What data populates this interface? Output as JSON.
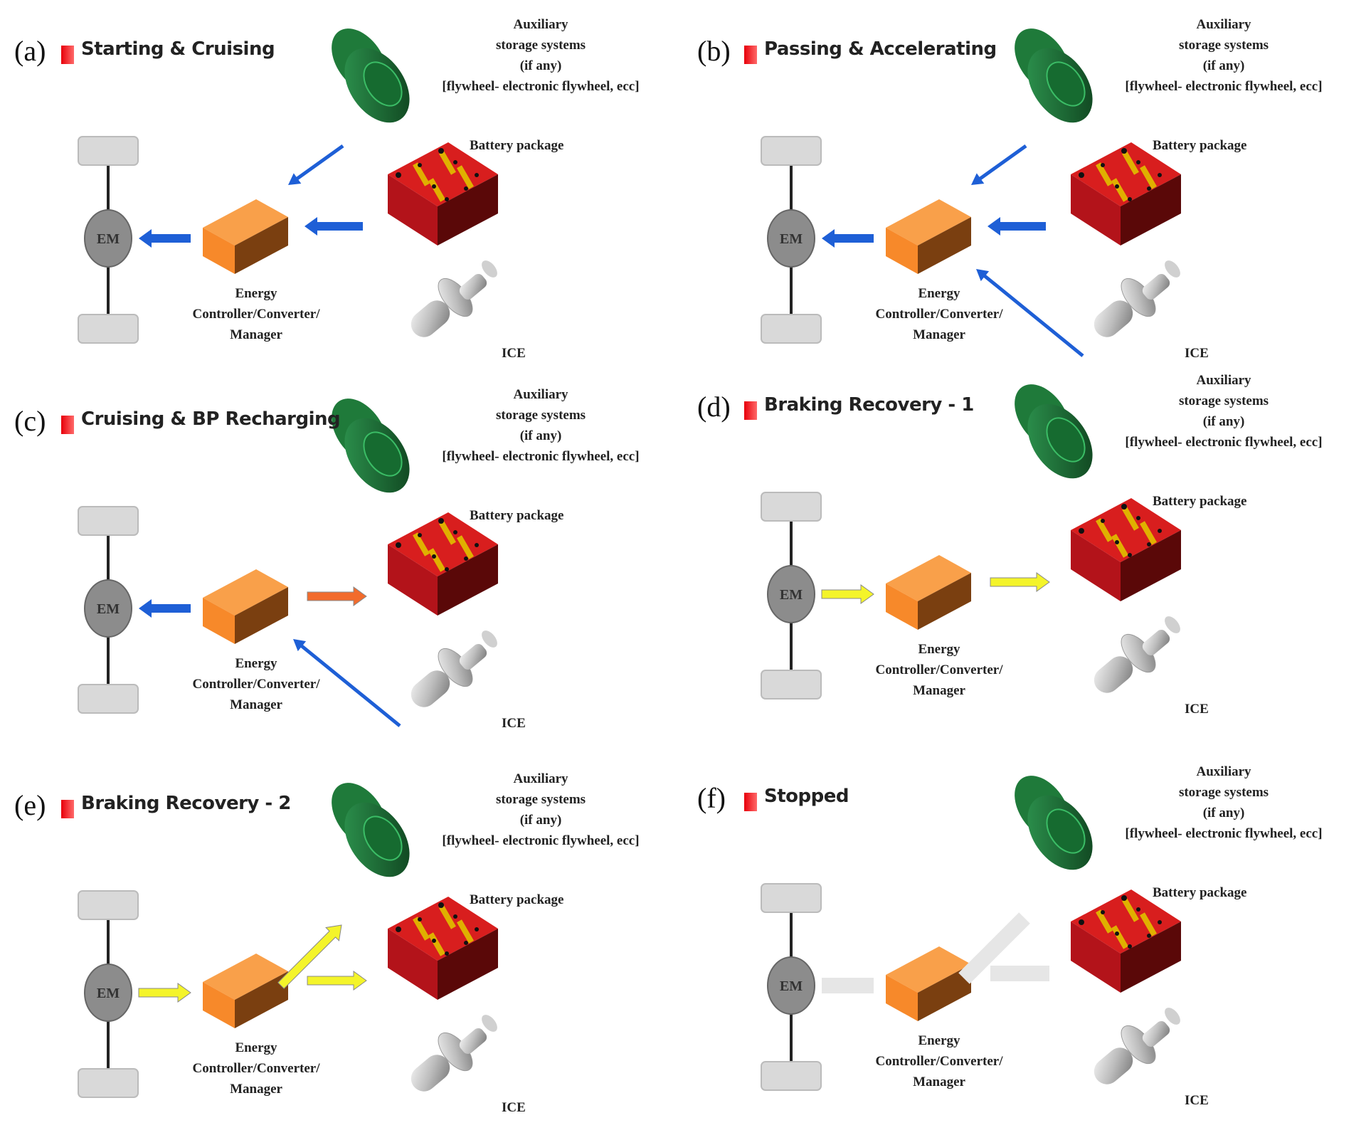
{
  "figure": {
    "panels": [
      {
        "id": "a",
        "label": "(a)",
        "title": "Starting & Cruising",
        "flows": [
          {
            "from": "flywheel",
            "to": "controller",
            "color": "blue",
            "style": "thin"
          },
          {
            "from": "battery",
            "to": "controller",
            "color": "blue",
            "style": "thick"
          },
          {
            "from": "controller",
            "to": "em",
            "color": "blue",
            "style": "thick"
          }
        ]
      },
      {
        "id": "b",
        "label": "(b)",
        "title": "Passing & Accelerating",
        "flows": [
          {
            "from": "flywheel",
            "to": "controller",
            "color": "blue",
            "style": "thin"
          },
          {
            "from": "battery",
            "to": "controller",
            "color": "blue",
            "style": "thick"
          },
          {
            "from": "ice",
            "to": "controller",
            "color": "blue",
            "style": "thin"
          },
          {
            "from": "controller",
            "to": "em",
            "color": "blue",
            "style": "thick"
          }
        ]
      },
      {
        "id": "c",
        "label": "(c)",
        "title": "Cruising & BP Recharging",
        "flows": [
          {
            "from": "controller",
            "to": "em",
            "color": "blue",
            "style": "thick"
          },
          {
            "from": "controller",
            "to": "battery",
            "color": "orange",
            "style": "thick"
          },
          {
            "from": "ice",
            "to": "controller",
            "color": "blue",
            "style": "thin"
          }
        ]
      },
      {
        "id": "d",
        "label": "(d)",
        "title": "Braking Recovery - 1",
        "flows": [
          {
            "from": "em",
            "to": "controller",
            "color": "yellow",
            "style": "thick"
          },
          {
            "from": "controller",
            "to": "battery",
            "color": "yellow",
            "style": "thick"
          }
        ]
      },
      {
        "id": "e",
        "label": "(e)",
        "title": "Braking Recovery - 2",
        "flows": [
          {
            "from": "em",
            "to": "controller",
            "color": "yellow",
            "style": "thick"
          },
          {
            "from": "controller",
            "to": "battery",
            "color": "yellow",
            "style": "thick"
          },
          {
            "from": "controller",
            "to": "flywheel",
            "color": "yellow",
            "style": "thick"
          }
        ]
      },
      {
        "id": "f",
        "label": "(f)",
        "title": "Stopped",
        "flows": [
          {
            "from": "em",
            "to": "controller",
            "color": "gray",
            "style": "bar"
          },
          {
            "from": "controller",
            "to": "battery",
            "color": "gray",
            "style": "bar"
          },
          {
            "from": "controller",
            "to": "flywheel",
            "color": "gray",
            "style": "bar"
          }
        ]
      }
    ],
    "components": {
      "aux_lines": [
        "Auxiliary",
        "storage systems",
        "(if any)",
        "[flywheel- electronic flywheel, ecc]"
      ],
      "battery": "Battery package",
      "controller_lines": [
        "Energy",
        "Controller/Converter/",
        "Manager"
      ],
      "ice": "ICE",
      "em": "EM"
    },
    "colors": {
      "blue": "#1e5fd6",
      "orange": "#f26b2c",
      "yellow": "#f4f42a",
      "gray": "#e6e6e6",
      "mark": "#ee1c24",
      "flywheel": "#1d6b32",
      "battery": "#c8151b",
      "controller": "#f7892a",
      "em": "#8c8c8c",
      "wheel": "#d9d9d9"
    }
  }
}
